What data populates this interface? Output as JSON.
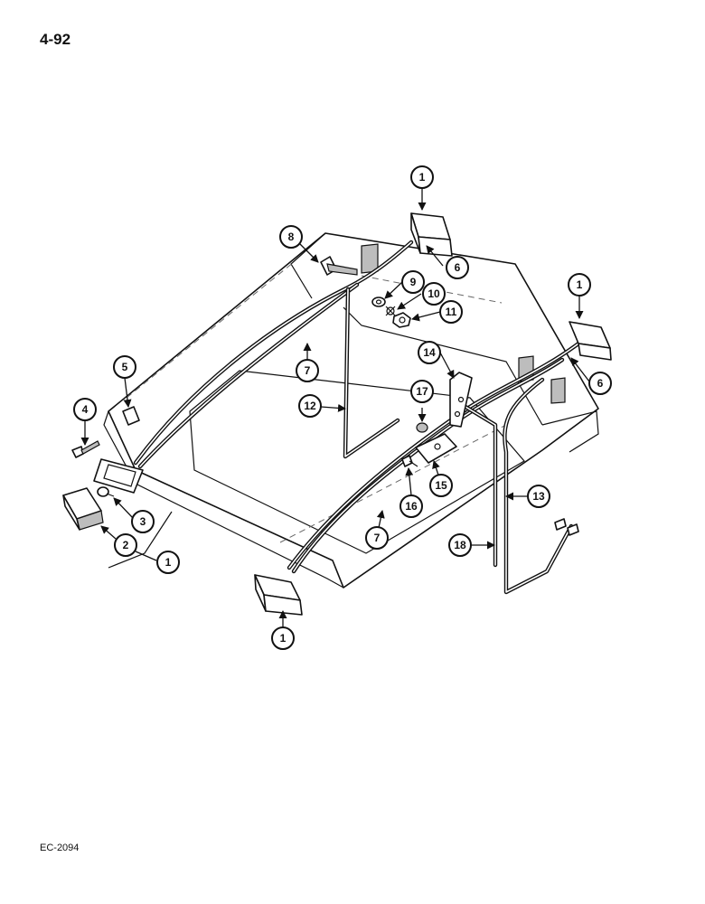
{
  "page_number": "4-92",
  "figure_code": "EC-2094",
  "callouts": [
    "1",
    "1",
    "1",
    "1",
    "2",
    "3",
    "4",
    "5",
    "6",
    "6",
    "7",
    "7",
    "8",
    "9",
    "10",
    "11",
    "12",
    "13",
    "14",
    "15",
    "16",
    "17",
    "18"
  ],
  "colors": {
    "ink": "#111111",
    "paper": "#ffffff"
  }
}
